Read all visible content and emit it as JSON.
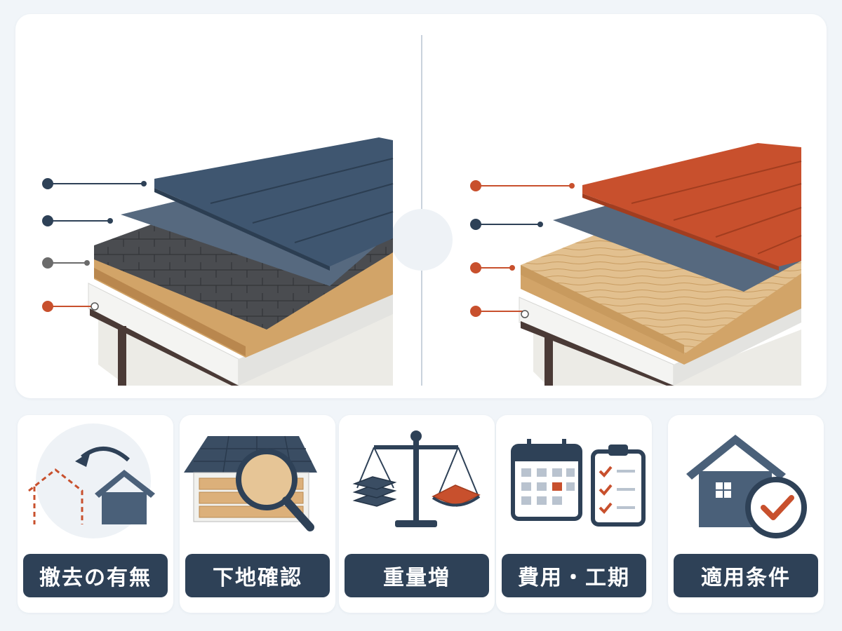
{
  "colors": {
    "navy": "#2e4157",
    "slate_blue": "#4a6079",
    "terracotta": "#c8502d",
    "wood": "#ddb27a",
    "marker_gray": "#6b6b6b"
  },
  "diagram": {
    "left_roof": {
      "material": "metal-roof-over-existing-shingles",
      "layer_markers": [
        "navy",
        "navy",
        "gray",
        "terracotta"
      ]
    },
    "right_roof": {
      "material": "terracotta-roof-on-new-sheathing",
      "layer_markers": [
        "terracotta",
        "navy",
        "terracotta",
        "terracotta"
      ]
    }
  },
  "cards": [
    {
      "icon": "house-removal-arrow-icon",
      "label": "撤去の有無"
    },
    {
      "icon": "roof-magnifier-icon",
      "label": "下地確認"
    },
    {
      "icon": "balance-scale-icon",
      "label": "重量増"
    },
    {
      "icon": "calendar-checklist-icon",
      "label": "費用・工期"
    },
    {
      "icon": "house-check-icon",
      "label": "適用条件"
    }
  ]
}
